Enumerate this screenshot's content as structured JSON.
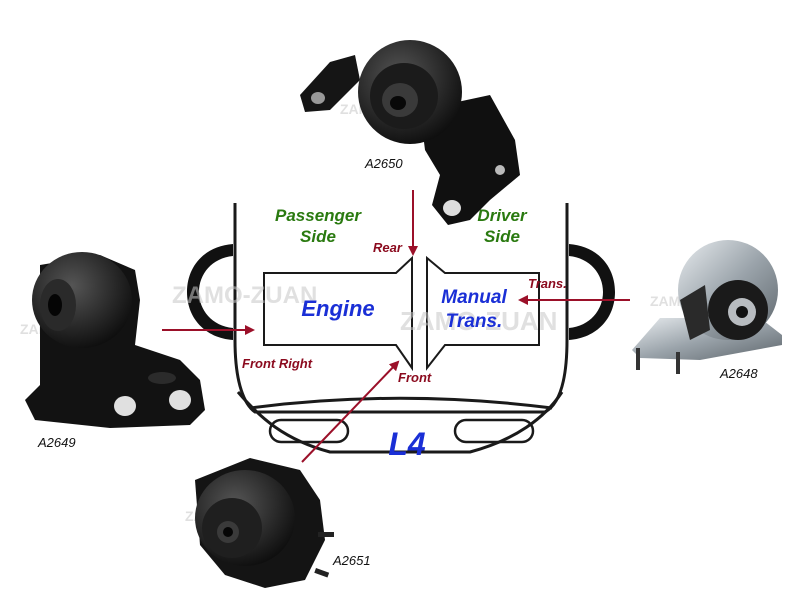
{
  "labels": {
    "passenger_side": [
      "Passenger",
      "Side"
    ],
    "driver_side": [
      "Driver",
      "Side"
    ],
    "engine": "Engine",
    "transmission": [
      "Manual",
      "Trans."
    ],
    "engine_type": "L4",
    "rear": "Rear",
    "front": "Front",
    "front_right": "Front Right",
    "trans": "Trans."
  },
  "parts": {
    "top": "A2650",
    "left": "A2649",
    "right": "A2648",
    "bottom": "A2651"
  },
  "watermark": "ZAMO-ZUAN",
  "colors": {
    "green_label": "#2a7a10",
    "blue_label": "#1a2fd6",
    "red_label": "#8b0a1e",
    "arrow": "#9b1029",
    "outline": "#1a1a1a"
  }
}
